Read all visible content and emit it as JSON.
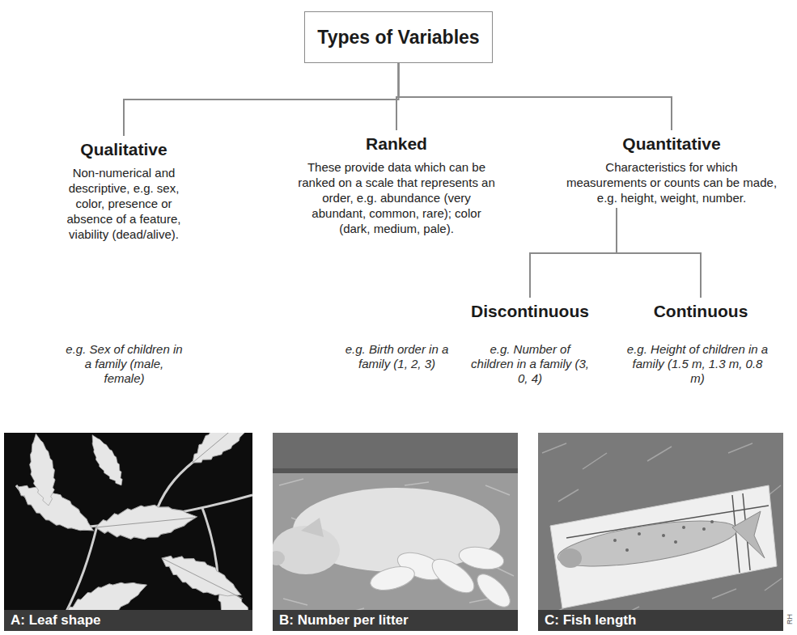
{
  "diagram": {
    "nodes": [
      {
        "text": [
          "Types of Variables"
        ]
      },
      {
        "text": [
          "Qualitative",
          "Non-numerical and descriptive, e.g. sex, color, presence or absence of a feature, viability (dead/alive)."
        ]
      },
      {
        "text": [
          "Ranked",
          "These provide data which can be ranked on a scale that represents an order, e.g. abundance (very abundant, common, rare); color (dark, medium, pale)."
        ]
      },
      {
        "text": [
          "Quantitative",
          "Characteristics for which measurements or counts can be made, e.g. height, weight, number."
        ]
      },
      {
        "text": [
          "Discontinuous"
        ]
      },
      {
        "text": [
          "Continuous"
        ]
      }
    ],
    "edges": [
      {
        "from": 0,
        "to": 1,
        "arrow": "none"
      },
      {
        "from": 0,
        "to": 2,
        "arrow": "none"
      },
      {
        "from": 0,
        "to": 3,
        "arrow": "none"
      },
      {
        "from": 3,
        "to": 4,
        "arrow": "none"
      },
      {
        "from": 3,
        "to": 5,
        "arrow": "none"
      }
    ],
    "labels": [
      "e.g. Sex of children in a family (male, female)",
      "e.g. Birth order in a family (1, 2, 3)",
      "e.g. Number of children in a family (3, 0, 4)",
      "e.g. Height of children in a family (1.5 m, 1.3 m, 0.8 m)",
      "A: Leaf shape",
      "B: Number per litter",
      "C: Fish length",
      "RH"
    ]
  }
}
